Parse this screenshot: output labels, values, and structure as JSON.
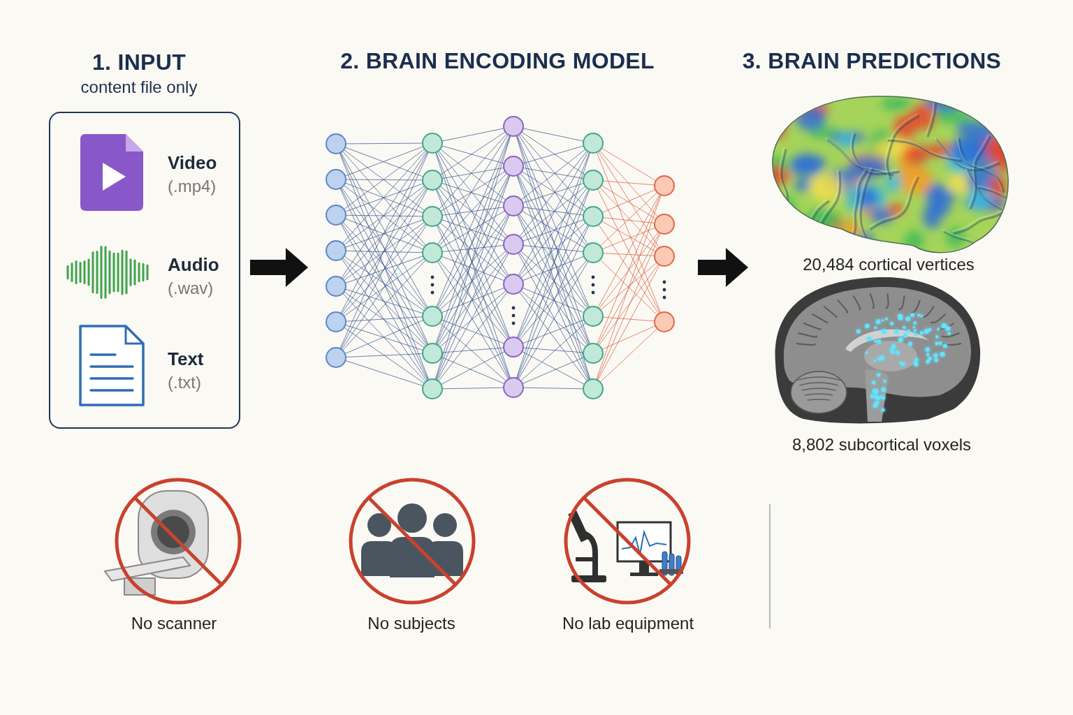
{
  "diagram": {
    "nodes": [
      {
        "text": [
          "1. INPUT",
          "content file only"
        ]
      },
      {
        "text": [
          "Video",
          "(.mp4)"
        ],
        "in": 0
      },
      {
        "text": [
          "Audio",
          "(.wav)"
        ],
        "in": 0
      },
      {
        "text": [
          "Text",
          "(.txt)"
        ],
        "in": 0
      },
      {
        "text": [
          "2. BRAIN ENCODING MODEL"
        ]
      },
      {
        "text": [
          "3. BRAIN PREDICTIONS"
        ]
      }
    ],
    "edges": [
      {
        "from": 0,
        "to": 4,
        "arrow": "to"
      },
      {
        "from": 4,
        "to": 5,
        "arrow": "to"
      }
    ],
    "labels": [
      "20,484 cortical vertices",
      "8,802 subcortical voxels",
      "No scanner",
      "No subjects",
      "No lab equipment"
    ]
  }
}
